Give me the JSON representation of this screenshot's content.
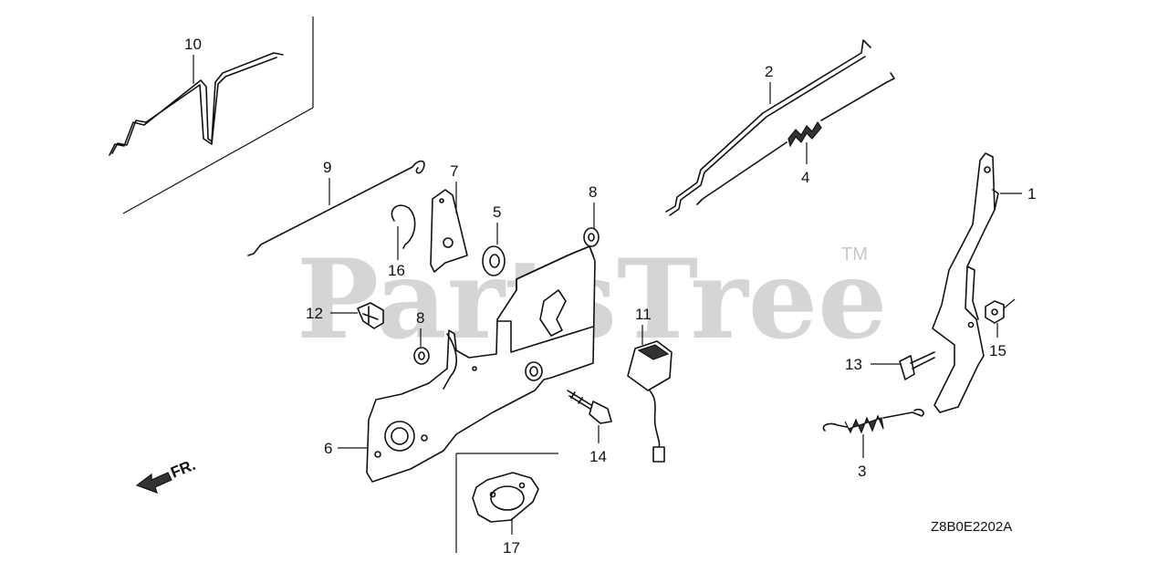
{
  "watermark": {
    "text": "PartsTree",
    "trademark": "TM"
  },
  "diagram_code": "Z8B0E2202A",
  "front_indicator": "FR.",
  "callouts": {
    "p1": "1",
    "p2": "2",
    "p3": "3",
    "p4": "4",
    "p5": "5",
    "p6": "6",
    "p7": "7",
    "p8a": "8",
    "p8b": "8",
    "p9": "9",
    "p10": "10",
    "p11": "11",
    "p12": "12",
    "p13": "13",
    "p14": "14",
    "p15": "15",
    "p16": "16",
    "p17": "17"
  }
}
